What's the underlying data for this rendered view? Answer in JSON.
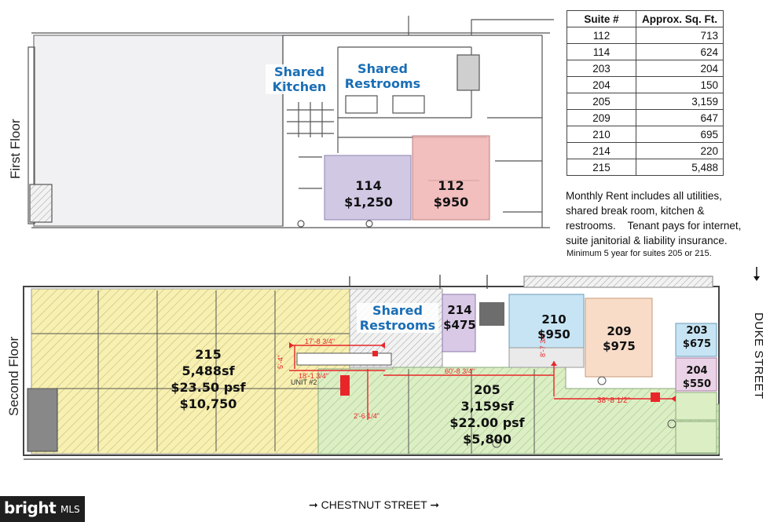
{
  "floors": {
    "first": "First Floor",
    "second": "Second Floor"
  },
  "shared_areas": {
    "kitchen": [
      "Shared",
      "Kitchen"
    ],
    "restrooms_first": [
      "Shared",
      "Restrooms"
    ],
    "restrooms_second": [
      "Shared",
      "Restrooms"
    ]
  },
  "suites": {
    "s114": {
      "number": "114",
      "rent": "$1,250"
    },
    "s112": {
      "number": "112",
      "rent": "$950"
    },
    "s214": {
      "number": "214",
      "rent": "$475"
    },
    "s210": {
      "number": "210",
      "rent": "$950"
    },
    "s209": {
      "number": "209",
      "rent": "$975"
    },
    "s203": {
      "number": "203",
      "rent": "$675"
    },
    "s204": {
      "number": "204",
      "rent": "$550"
    },
    "s215": {
      "number": "215",
      "sf": "5,488sf",
      "psf": "$23.50 psf",
      "rent": "$10,750"
    },
    "s205": {
      "number": "205",
      "sf": "3,159sf",
      "psf": "$22.00 psf",
      "rent": "$5,800"
    }
  },
  "table": {
    "headers": [
      "Suite #",
      "Approx. Sq. Ft."
    ],
    "rows": [
      [
        "112",
        "713"
      ],
      [
        "114",
        "624"
      ],
      [
        "203",
        "204"
      ],
      [
        "204",
        "150"
      ],
      [
        "205",
        "3,159"
      ],
      [
        "209",
        "647"
      ],
      [
        "210",
        "695"
      ],
      [
        "214",
        "220"
      ],
      [
        "215",
        "5,488"
      ]
    ]
  },
  "notes": {
    "rent_lines": [
      "Monthly Rent includes all utilities,",
      "shared break room, kitchen &",
      "restrooms.    Tenant pays for internet,",
      "suite janitorial & liability insurance."
    ],
    "minimum": "Minimum 5 year for suites 205 or 215."
  },
  "streets": {
    "chestnut": "➞ CHESTNUT STREET ➞",
    "duke": "DUKE STREET"
  },
  "dimensions": [
    "17'-8 3/4\"",
    "18'-1 3/4\"",
    "60'-8 3/4\"",
    "8'-7 3/4\"",
    "38'-8 1/2\"",
    "5'-4\"",
    "2'-6 1/4\""
  ],
  "unit_label": "UNIT #2",
  "watermark": {
    "brand": "bright",
    "suffix": "MLS"
  },
  "colors": {
    "suite114": "#c9bfe0",
    "suite112": "#f0b3b3",
    "suite215": "#f7f0b0",
    "suite205": "#dcefc4",
    "suite210": "#c6e4f4",
    "suite209": "#f9dcc8",
    "suite203": "#c6e4f4",
    "suite204": "#ead3e6",
    "suite214": "#d9c9e6",
    "dimension": "#e8262a",
    "shared_text": "#1a6eb5"
  }
}
